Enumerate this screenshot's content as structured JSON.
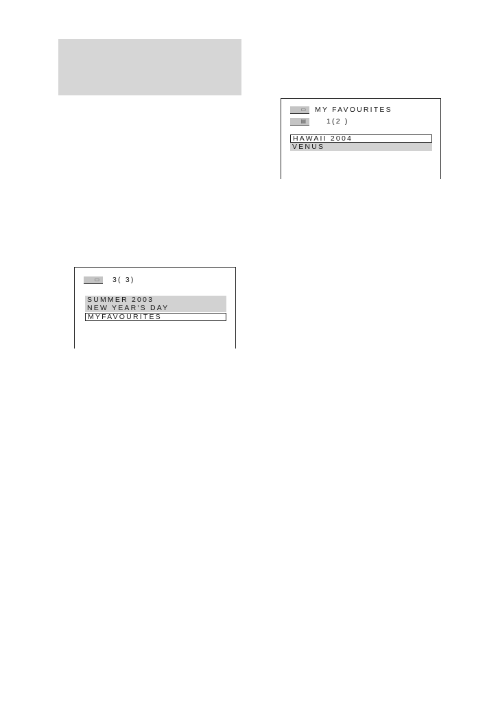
{
  "left_screen": {
    "counter": "3( 3)",
    "items": [
      "SUMMER 2003",
      "NEW YEAR'S DAY",
      "MYFAVOURITES"
    ]
  },
  "right_screen": {
    "title": "MY FAVOURITES",
    "counter": "1(2 )",
    "items": [
      "HAWAII 2004",
      "VENUS"
    ]
  },
  "icons": {
    "folder": "folder-icon",
    "file": "file-icon"
  },
  "colors": {
    "header_box": "#d6d6d6",
    "highlight": "#d2d2d2"
  }
}
